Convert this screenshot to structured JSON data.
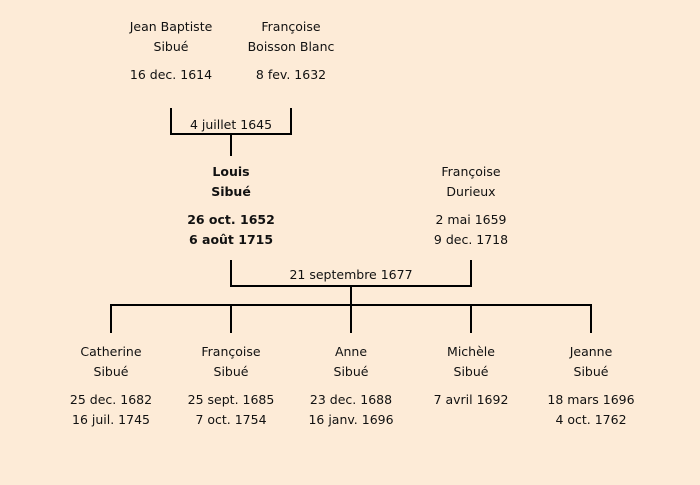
{
  "grandparents": [
    {
      "first": "Jean Baptiste",
      "last": "Sibué",
      "birth": "16 dec. 1614",
      "death": ""
    },
    {
      "first": "Françoise",
      "last": "Boisson Blanc",
      "birth": "8 fev. 1632",
      "death": ""
    }
  ],
  "marriage1": "4 juillet 1645",
  "parents": [
    {
      "first": "Louis",
      "last": "Sibué",
      "birth": "26 oct. 1652",
      "death": "6 août 1715"
    },
    {
      "first": "Françoise",
      "last": "Durieux",
      "birth": "2 mai 1659",
      "death": "9 dec. 1718"
    }
  ],
  "marriage2": "21 septembre 1677",
  "children": [
    {
      "first": "Catherine",
      "last": "Sibué",
      "birth": "25 dec. 1682",
      "death": "16 juil. 1745"
    },
    {
      "first": "Françoise",
      "last": "Sibué",
      "birth": "25 sept. 1685",
      "death": "7 oct. 1754"
    },
    {
      "first": "Anne",
      "last": "Sibué",
      "birth": "23 dec. 1688",
      "death": "16 janv. 1696"
    },
    {
      "first": "Michèle",
      "last": "Sibué",
      "birth": "7 avril 1692",
      "death": ""
    },
    {
      "first": "Jeanne",
      "last": "Sibué",
      "birth": "18 mars 1696",
      "death": "4 oct. 1762"
    }
  ]
}
